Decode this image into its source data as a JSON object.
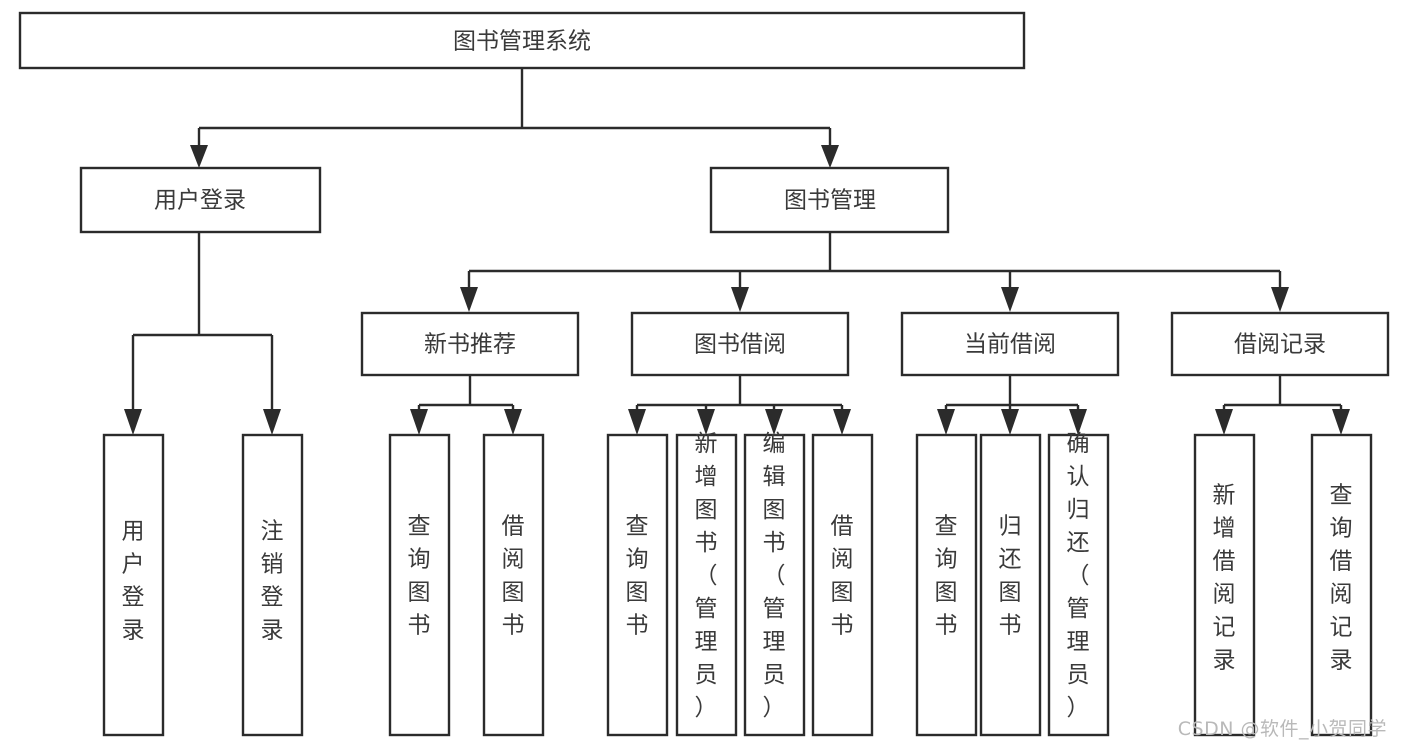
{
  "diagram": {
    "title": "图书管理系统",
    "type": "hierarchy-tree",
    "watermark": "CSDN @软件_小贺同学",
    "colors": {
      "background": "#ffffff",
      "box_stroke": "#2b2b2b",
      "box_fill": "#ffffff",
      "text": "#3a3a3a",
      "connector": "#2b2b2b",
      "watermark": "#b9b9b9"
    },
    "levels": {
      "root": {
        "label": "图书管理系统"
      },
      "level2": [
        {
          "id": "user-login",
          "label": "用户登录"
        },
        {
          "id": "book-management",
          "label": "图书管理"
        }
      ],
      "level3": [
        {
          "id": "new-book-recommend",
          "label": "新书推荐"
        },
        {
          "id": "book-borrow",
          "label": "图书借阅"
        },
        {
          "id": "current-borrow",
          "label": "当前借阅"
        },
        {
          "id": "borrow-record",
          "label": "借阅记录"
        }
      ],
      "leaves": {
        "user-login": [
          {
            "id": "leaf-user-login",
            "label": "用户登录"
          },
          {
            "id": "leaf-logout-login",
            "label": "注销登录"
          }
        ],
        "new-book-recommend": [
          {
            "id": "leaf-query-book-1",
            "label": "查询图书"
          },
          {
            "id": "leaf-borrow-book-1",
            "label": "借阅图书"
          }
        ],
        "book-borrow": [
          {
            "id": "leaf-query-book-2",
            "label": "查询图书"
          },
          {
            "id": "leaf-add-book",
            "label": "新增图书（管理员）"
          },
          {
            "id": "leaf-edit-book",
            "label": "编辑图书（管理员）"
          },
          {
            "id": "leaf-borrow-book-2",
            "label": "借阅图书"
          }
        ],
        "current-borrow": [
          {
            "id": "leaf-query-book-3",
            "label": "查询图书"
          },
          {
            "id": "leaf-return-book",
            "label": "归还图书"
          },
          {
            "id": "leaf-confirm-return",
            "label": "确认归还（管理员）"
          }
        ],
        "borrow-record": [
          {
            "id": "leaf-add-record",
            "label": "新增借阅记录"
          },
          {
            "id": "leaf-query-record",
            "label": "查询借阅记录"
          }
        ]
      }
    }
  }
}
